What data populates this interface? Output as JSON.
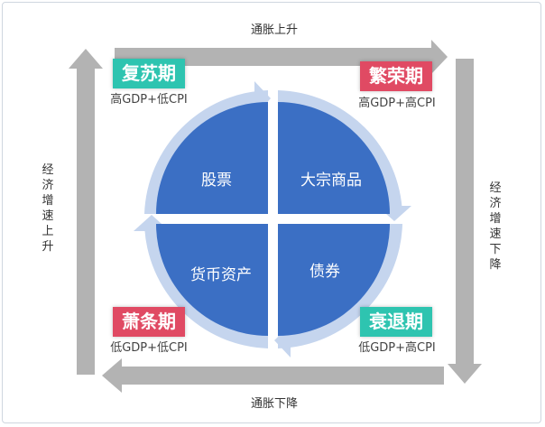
{
  "axes": {
    "top": "通胀上升",
    "bottom": "通胀下降",
    "left": "经济增速上升",
    "right": "经济增速下降"
  },
  "phases": [
    {
      "name": "复苏期",
      "condition": "高GDP+低CPI",
      "color": "#2ec4b0"
    },
    {
      "name": "繁荣期",
      "condition": "高GDP+高CPI",
      "color": "#e04a63"
    },
    {
      "name": "萧条期",
      "condition": "低GDP+低CPI",
      "color": "#e04a63"
    },
    {
      "name": "衰退期",
      "condition": "低GDP+高CPI",
      "color": "#2ec4b0"
    }
  ],
  "assets": [
    "股票",
    "大宗商品",
    "货币资产",
    "债券"
  ],
  "colors": {
    "quadrant": "#3b6fc4",
    "ring": "#c5d5ee",
    "arrow": "#b3b3b3"
  }
}
